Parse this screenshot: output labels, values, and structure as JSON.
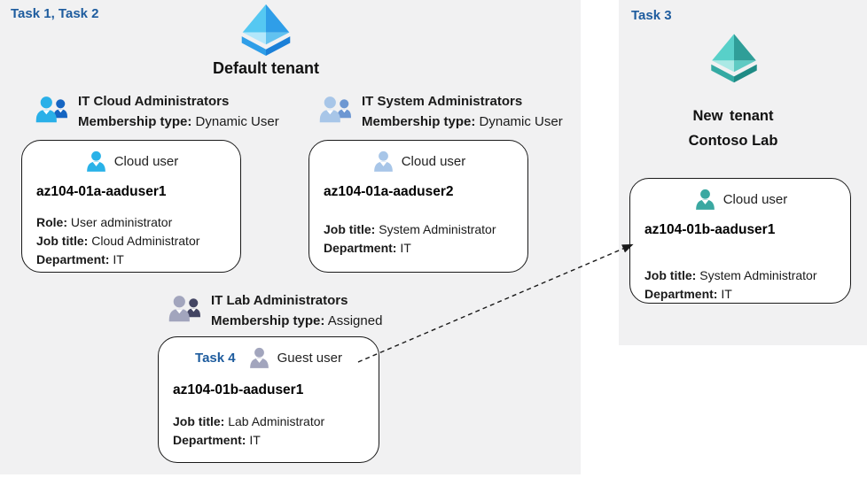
{
  "colors": {
    "panel_background": "#f1f1f2",
    "task_label_blue": "#1e5c9e",
    "tenant_icon_blue": "#2f9ee8",
    "tenant_icon_teal": "#3aa8a1",
    "group_icon_cloud_blue": "#2ab0e8",
    "group_icon_pale_blue": "#a8c6e8",
    "group_icon_gray": "#a2a5bd",
    "card_border": "#1a1a1a"
  },
  "icons": {
    "default_tenant": "azure-tenant-icon-blue",
    "new_tenant": "azure-tenant-icon-teal",
    "group": "user-group-icon",
    "cloud_user": "cloud-user-icon",
    "guest_user": "guest-user-icon"
  },
  "left_panel": {
    "task_label": "Task 1, Task 2",
    "tenant_title": "Default tenant",
    "groups": [
      {
        "title": "IT Cloud Administrators",
        "membership_label": "Membership type:",
        "membership_value": "Dynamic User"
      },
      {
        "title": "IT System Administrators",
        "membership_label": "Membership type:",
        "membership_value": "Dynamic User"
      },
      {
        "title": "IT Lab Administrators",
        "membership_label": "Membership type:",
        "membership_value": "Assigned"
      }
    ],
    "cards": [
      {
        "user_type": "Cloud user",
        "name": "az104-01a-aaduser1",
        "fields": [
          {
            "label": "Role:",
            "value": "User administrator"
          },
          {
            "label": "Job title:",
            "value": "Cloud Administrator"
          },
          {
            "label": "Department:",
            "value": "IT"
          }
        ]
      },
      {
        "user_type": "Cloud user",
        "name": "az104-01a-aaduser2",
        "fields": [
          {
            "label": "Job title:",
            "value": "System Administrator"
          },
          {
            "label": "Department:",
            "value": "IT"
          }
        ]
      },
      {
        "task_label": "Task 4",
        "user_type": "Guest user",
        "name": "az104-01b-aaduser1",
        "fields": [
          {
            "label": "Job title:",
            "value": "Lab Administrator"
          },
          {
            "label": "Department:",
            "value": "IT"
          }
        ]
      }
    ]
  },
  "right_panel": {
    "task_label": "Task 3",
    "tenant_title_line1": "New tenant",
    "tenant_title_line2": "Contoso Lab",
    "card": {
      "user_type": "Cloud user",
      "name": "az104-01b-aaduser1",
      "fields": [
        {
          "label": "Job title:",
          "value": "System Administrator"
        },
        {
          "label": "Department:",
          "value": "IT"
        }
      ]
    }
  }
}
